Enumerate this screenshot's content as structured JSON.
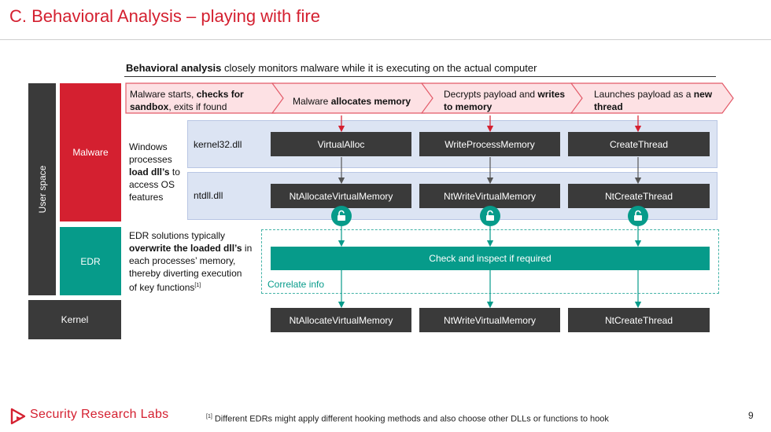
{
  "slide": {
    "title": "C. Behavioral Analysis – playing with fire",
    "subtitle_bold": "Behavioral analysis",
    "subtitle_rest": " closely monitors malware while it is executing on the actual computer",
    "page_number": "9"
  },
  "rows": {
    "user_space": "User space",
    "malware": "Malware",
    "edr": "EDR",
    "kernel": "Kernel"
  },
  "steps": [
    {
      "t1": "Malware starts, ",
      "b1": "checks for",
      "t2": "",
      "b2": "sandbox",
      "t3": ", exits if found"
    },
    {
      "t1": "Malware ",
      "b1": "allocates memory"
    },
    {
      "t1": "Decrypts payload and ",
      "b1": "writes",
      "b2": "to memory"
    },
    {
      "t1": "Launches payload as a ",
      "b1": "new",
      "b2": "thread"
    }
  ],
  "malware_desc": {
    "l1": "Windows",
    "l2": "processes",
    "l3_bold": "load dll’s",
    "l3_rest": " to",
    "l4": "access OS",
    "l5": "features"
  },
  "edr_desc": {
    "l1": "EDR solutions typically",
    "l2_bold": "overwrite the loaded dll’s",
    "l2_rest": " in",
    "l3": "each processes’ memory,",
    "l4": "thereby diverting execution",
    "l5": "of key functions",
    "l5_sup": "[1]"
  },
  "dlls": {
    "kernel32": "kernel32.dll",
    "ntdll": "ntdll.dll"
  },
  "functions": {
    "kernel32": [
      "VirtualAlloc",
      "WriteProcessMemory",
      "CreateThread"
    ],
    "ntdll": [
      "NtAllocateVirtualMemory",
      "NtWriteVirtualMemory",
      "NtCreateThread"
    ],
    "kernel": [
      "NtAllocateVirtualMemory",
      "NtWriteVirtualMemory",
      "NtCreateThread"
    ]
  },
  "edr": {
    "check_label": "Check and inspect if required",
    "correlate_label": "Correlate info"
  },
  "footer": {
    "logo_text": "Security Research Labs",
    "footnote_sup": "[1]",
    "footnote": " Different EDRs might apply different hooking methods and also choose other DLLs or functions to hook"
  },
  "colors": {
    "brand_red": "#d42030",
    "edr_teal": "#069b8a",
    "dll_band": "#dce4f3",
    "dark_box": "#3a3a3a"
  },
  "icons": [
    "hook-lock-icon",
    "logo-icon"
  ]
}
